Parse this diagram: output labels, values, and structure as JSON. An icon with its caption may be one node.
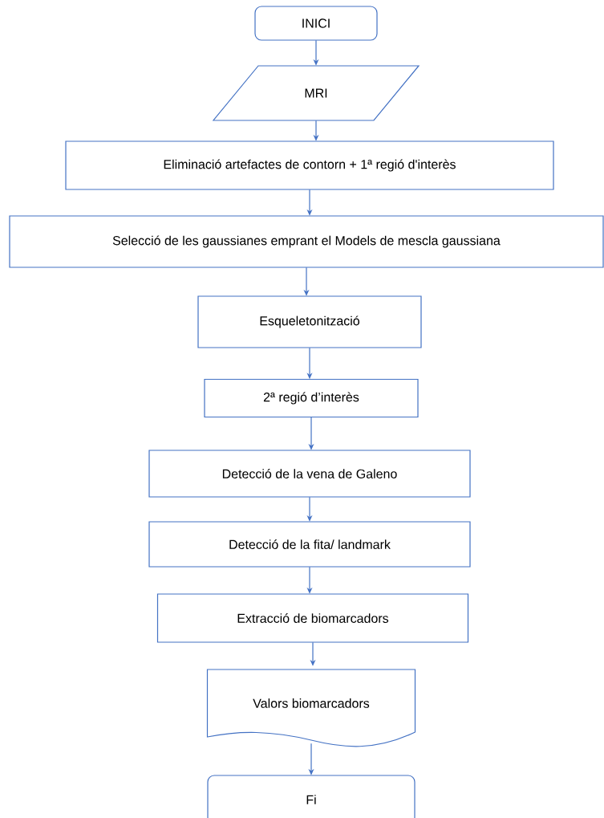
{
  "diagram": {
    "nodes": [
      {
        "text": [
          "INICI"
        ]
      },
      {
        "text": [
          "MRI"
        ]
      },
      {
        "text": [
          "Eliminació artefactes de contorn + 1ª regió d'interès"
        ]
      },
      {
        "text": [
          "Selecció de les gaussianes emprant el Models de mescla gaussiana"
        ]
      },
      {
        "text": [
          "Esqueletonització"
        ]
      },
      {
        "text": [
          "2ª regió d’interès"
        ]
      },
      {
        "text": [
          "Detecció de la vena de Galeno"
        ]
      },
      {
        "text": [
          "Detecció de la fita/ landmark"
        ]
      },
      {
        "text": [
          "Extracció de biomarcadors"
        ]
      },
      {
        "text": [
          "Valors biomarcadors"
        ]
      },
      {
        "text": [
          "Fi"
        ]
      }
    ],
    "edges": [
      {
        "from": 0,
        "to": 1,
        "arrow": "to"
      },
      {
        "from": 1,
        "to": 2,
        "arrow": "to"
      },
      {
        "from": 2,
        "to": 3,
        "arrow": "to"
      },
      {
        "from": 3,
        "to": 4,
        "arrow": "to"
      },
      {
        "from": 4,
        "to": 5,
        "arrow": "to"
      },
      {
        "from": 5,
        "to": 6,
        "arrow": "to"
      },
      {
        "from": 6,
        "to": 7,
        "arrow": "to"
      },
      {
        "from": 7,
        "to": 8,
        "arrow": "to"
      },
      {
        "from": 8,
        "to": 9,
        "arrow": "to"
      },
      {
        "from": 9,
        "to": 10,
        "arrow": "to"
      }
    ]
  }
}
